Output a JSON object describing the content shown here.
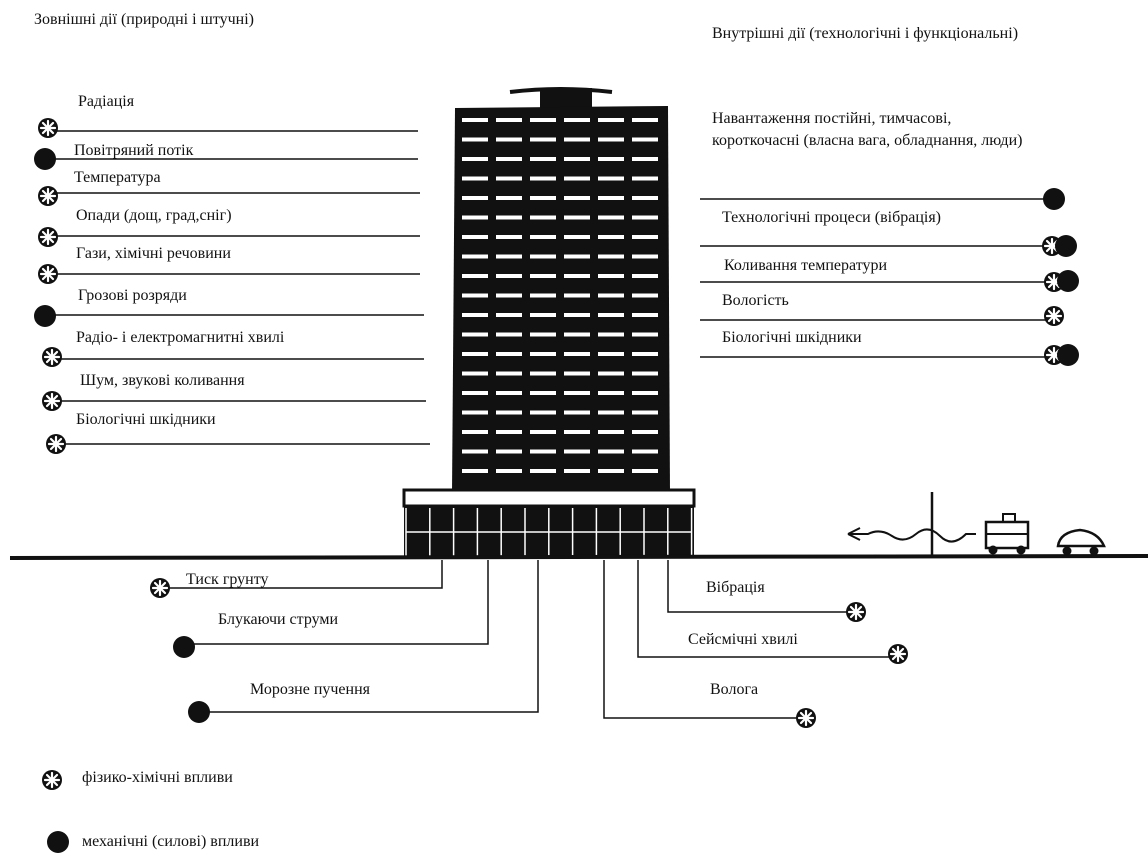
{
  "headers": {
    "external": "Зовнішні дії (природні і штучні)",
    "internal": "Внутрішні дії (технологічні і функціональні)"
  },
  "external_effects": [
    {
      "label": "Радіація",
      "kind": "physico-chemical"
    },
    {
      "label": "Повітряний потік",
      "kind": "mechanical"
    },
    {
      "label": "Температура",
      "kind": "physico-chemical"
    },
    {
      "label": "Опади (дощ, град,сніг)",
      "kind": "physico-chemical"
    },
    {
      "label": "Гази, хімічні речовини",
      "kind": "physico-chemical"
    },
    {
      "label": "Грозові розряди",
      "kind": "mechanical"
    },
    {
      "label": "Радіо- і електромагнитні хвилі",
      "kind": "physico-chemical"
    },
    {
      "label": "Шум, звукові коливання",
      "kind": "physico-chemical"
    },
    {
      "label": "Біологічні шкідники",
      "kind": "physico-chemical"
    }
  ],
  "internal_effects": [
    {
      "label": "Навантаження постійні, тимчасові, короткочасні (власна вага, обладнання, люди)",
      "kind": "mechanical"
    },
    {
      "label": "Технологічні процеси (вібрація)",
      "kind": "both"
    },
    {
      "label": "Коливання температури",
      "kind": "both"
    },
    {
      "label": "Вологість",
      "kind": "physico-chemical"
    },
    {
      "label": "Біологічні шкідники",
      "kind": "both"
    }
  ],
  "ground_effects": [
    {
      "label": "Тиск грунту",
      "kind": "physico-chemical"
    },
    {
      "label": "Блукаючи струми",
      "kind": "mechanical"
    },
    {
      "label": "Морозне пучення",
      "kind": "mechanical"
    },
    {
      "label": "Вібрація",
      "kind": "physico-chemical"
    },
    {
      "label": "Сейсмічні хвилі",
      "kind": "physico-chemical"
    },
    {
      "label": "Волога",
      "kind": "physico-chemical"
    }
  ],
  "legend": {
    "physico_chemical": "фізико-хімічні впливи",
    "mechanical": "механічні (силові) впливи"
  },
  "icons": {
    "physico_chemical": "asterisk-circle-icon",
    "mechanical": "filled-circle-icon"
  },
  "colors": {
    "ink": "#111111",
    "paper": "#ffffff"
  }
}
